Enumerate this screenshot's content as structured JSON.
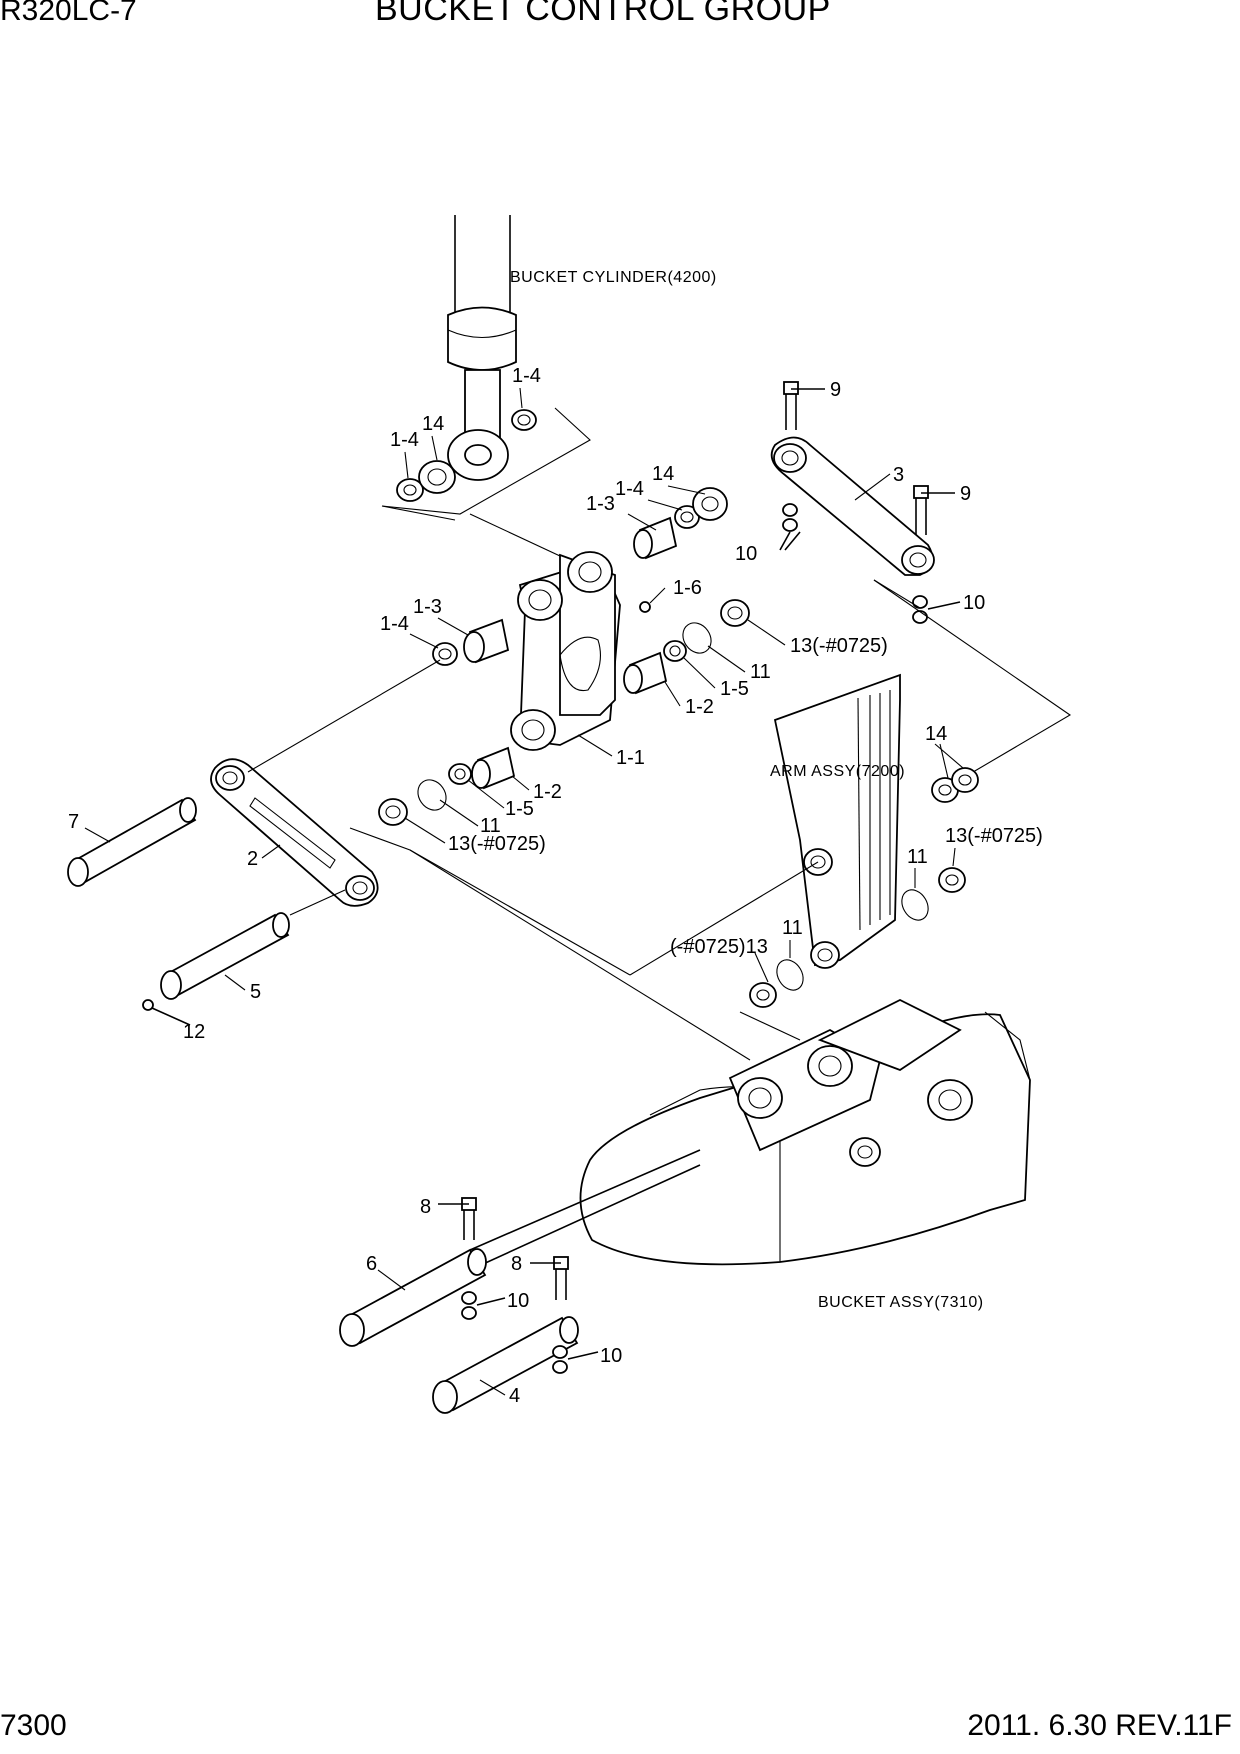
{
  "header": {
    "model": "R320LC-7",
    "title": "BUCKET CONTROL GROUP"
  },
  "footer": {
    "page_number": "7300",
    "revision": "2011. 6.30  REV.11F"
  },
  "assemblies": {
    "bucket_cylinder": "BUCKET CYLINDER(4200)",
    "arm_assy": "ARM ASSY(7200)",
    "bucket_assy": "BUCKET ASSY(7310)"
  },
  "callouts": {
    "c_1_4_top": "1-4",
    "c_1_4_left": "1-4",
    "c_14_top": "14",
    "c_9_top": "9",
    "c_14_mid": "14",
    "c_1_4_mid": "1-4",
    "c_1_3_mid": "1-3",
    "c_3": "3",
    "c_9_right": "9",
    "c_10_a": "10",
    "c_1_6": "1-6",
    "c_10_b": "10",
    "c_1_3_left": "1-3",
    "c_1_4_low": "1-4",
    "c_13_a": "13(-#0725)",
    "c_11_a": "11",
    "c_1_5_a": "1-5",
    "c_1_2_a": "1-2",
    "c_1_1": "1-1",
    "c_14_right": "14",
    "c_1_2_b": "1-2",
    "c_1_5_b": "1-5",
    "c_11_b": "11",
    "c_7": "7",
    "c_13_b": "13(-#0725)",
    "c_13_c": "13(-#0725)",
    "c_2": "2",
    "c_11_c": "11",
    "c_11_d": "11",
    "c_13_d": "(-#0725)13",
    "c_5": "5",
    "c_12": "12",
    "c_8_a": "8",
    "c_6": "6",
    "c_8_b": "8",
    "c_10_c": "10",
    "c_10_d": "10",
    "c_4": "4"
  }
}
